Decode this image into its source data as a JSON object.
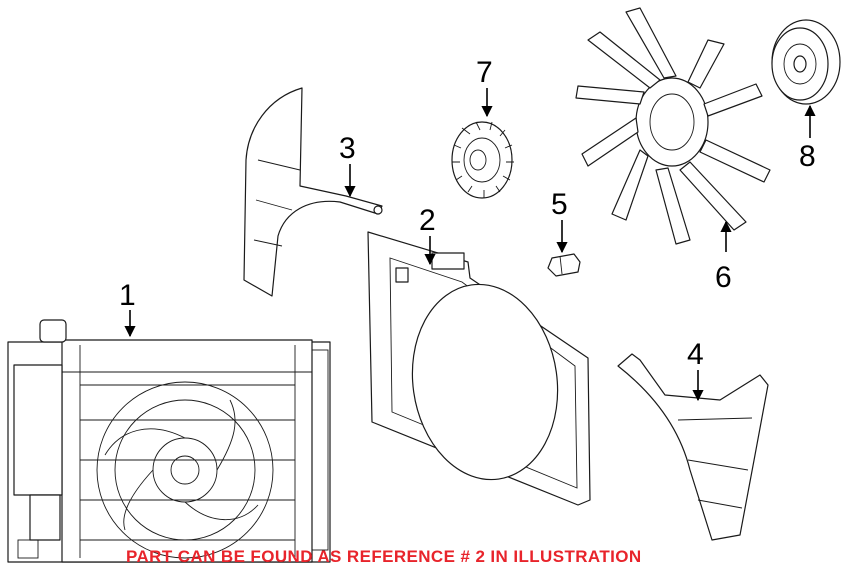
{
  "notice": {
    "text": "PART CAN BE FOUND AS REFERENCE # 2 IN ILLUSTRATION",
    "color": "#e8242b"
  },
  "callouts": [
    {
      "id": "1",
      "label": "1"
    },
    {
      "id": "2",
      "label": "2"
    },
    {
      "id": "3",
      "label": "3"
    },
    {
      "id": "4",
      "label": "4"
    },
    {
      "id": "5",
      "label": "5"
    },
    {
      "id": "6",
      "label": "6"
    },
    {
      "id": "7",
      "label": "7"
    },
    {
      "id": "8",
      "label": "8"
    }
  ],
  "line_color": "#1a1a1a"
}
